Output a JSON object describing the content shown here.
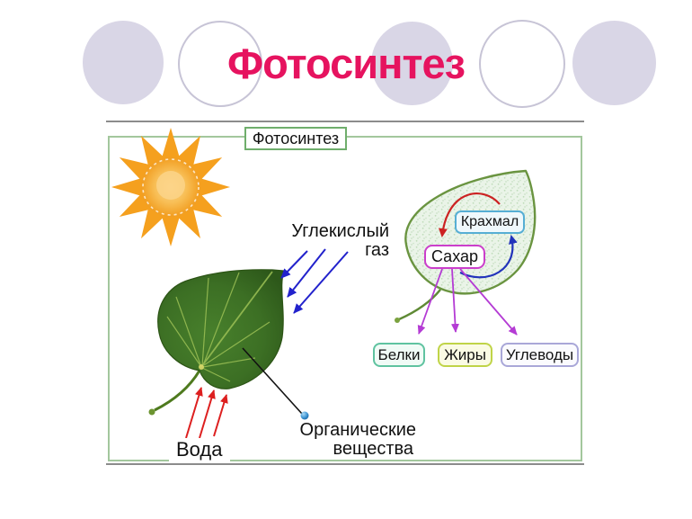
{
  "slide": {
    "title": "Фотосинтез"
  },
  "diagram": {
    "frame_label": "Фотосинтез",
    "labels": {
      "carbon_dioxide_line1": "Углекислый",
      "carbon_dioxide_line2": "газ",
      "water": "Вода",
      "organic_line1": "Органические",
      "organic_line2": "вещества"
    },
    "cycle": {
      "starch": "Крахмал",
      "sugar": "Сахар"
    },
    "products": [
      {
        "label": "Белки"
      },
      {
        "label": "Жиры"
      },
      {
        "label": "Углеводы"
      }
    ],
    "colors": {
      "title_text": "#e6135f",
      "circle_fill": "#d9d6e6",
      "circle_outline": "#c7c4d6",
      "frame_border": "#a3c79d",
      "frame_label_border": "#6fae6c",
      "co2_arrows": "#2222cc",
      "water_arrows": "#dd1f1f",
      "product_arrows": "#b43bd4",
      "starch_to_sugar_arrow": "#cc2222",
      "sugar_to_starch_arrow": "#2233bb",
      "starch_box_border": "#56aed4",
      "sugar_box_border": "#cb3fcb",
      "proteins_box_border": "#5fc3a0",
      "fats_box_border": "#c0d448",
      "carbs_box_border": "#a9a7d8",
      "sun_orange": "#f5a01e",
      "leaf_dark_green": "#3f7326",
      "pale_leaf_edge": "#6a9440"
    }
  }
}
